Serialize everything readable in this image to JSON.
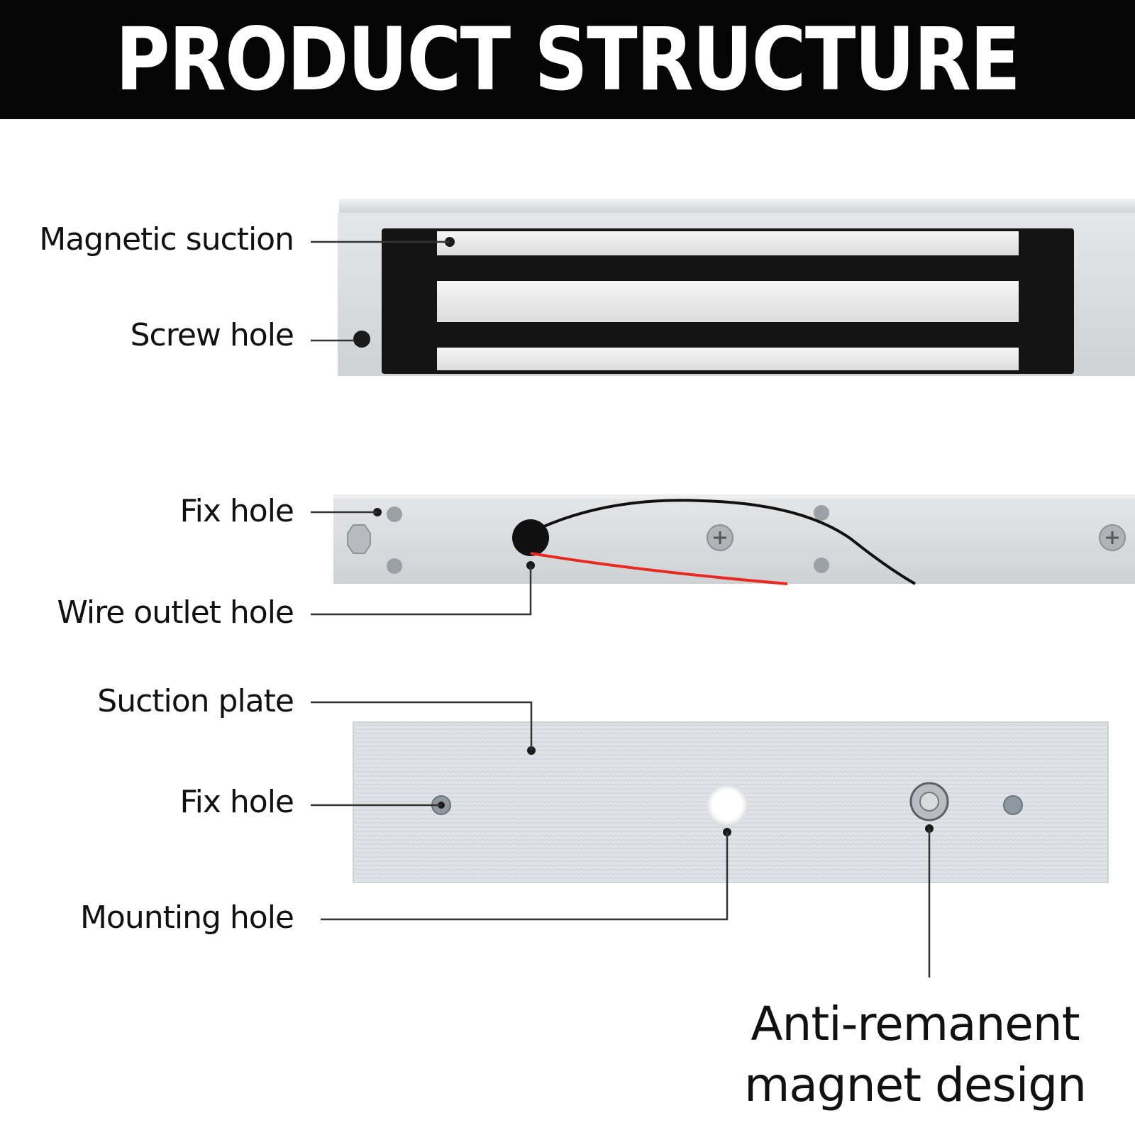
{
  "header": {
    "title": "PRODUCT STRUCTURE"
  },
  "labels": {
    "magnetic_suction": "Magnetic suction",
    "screw_hole": "Screw hole",
    "fix_hole_top": "Fix hole",
    "wire_outlet_hole": "Wire outlet hole",
    "suction_plate": "Suction plate",
    "fix_hole_plate": "Fix hole",
    "mounting_hole": "Mounting hole",
    "anti_remanent_line1": "Anti-remanent",
    "anti_remanent_line2": "magnet design"
  },
  "colors": {
    "header_bg": "#050505",
    "aluminum": "#d4d6d9",
    "magnet_core": "#141414",
    "wire_red": "#e8291f",
    "wire_black": "#111111",
    "leader_line": "#333333"
  }
}
